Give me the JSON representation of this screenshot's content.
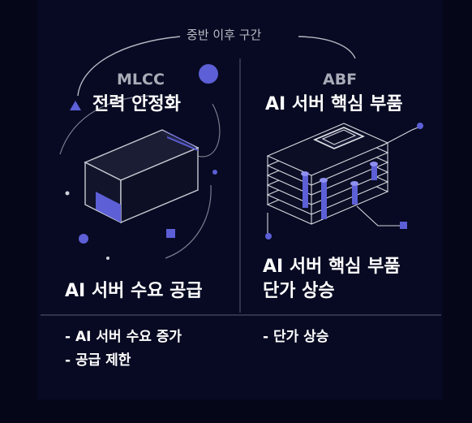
{
  "header": {
    "caption": "중반 이후 구간"
  },
  "left": {
    "subtitle": "MLCC",
    "title": "전력 안정화",
    "bottom_title": "AI 서버 수요 공급",
    "notes": [
      "- AI 서버 수요 증가",
      "- 공급 제한"
    ]
  },
  "right": {
    "subtitle": "ABF",
    "title": "AI 서버 핵심 부품",
    "bottom_title_line1": "AI 서버 핵심 부품",
    "bottom_title_line2": "단가 상승",
    "notes": [
      "- 단가 상승"
    ]
  },
  "colors": {
    "accent": "#5c5fd6",
    "background": "#050719",
    "text": "#ffffff"
  },
  "icons": [
    "mlcc-chip-icon",
    "abf-substrate-icon"
  ]
}
